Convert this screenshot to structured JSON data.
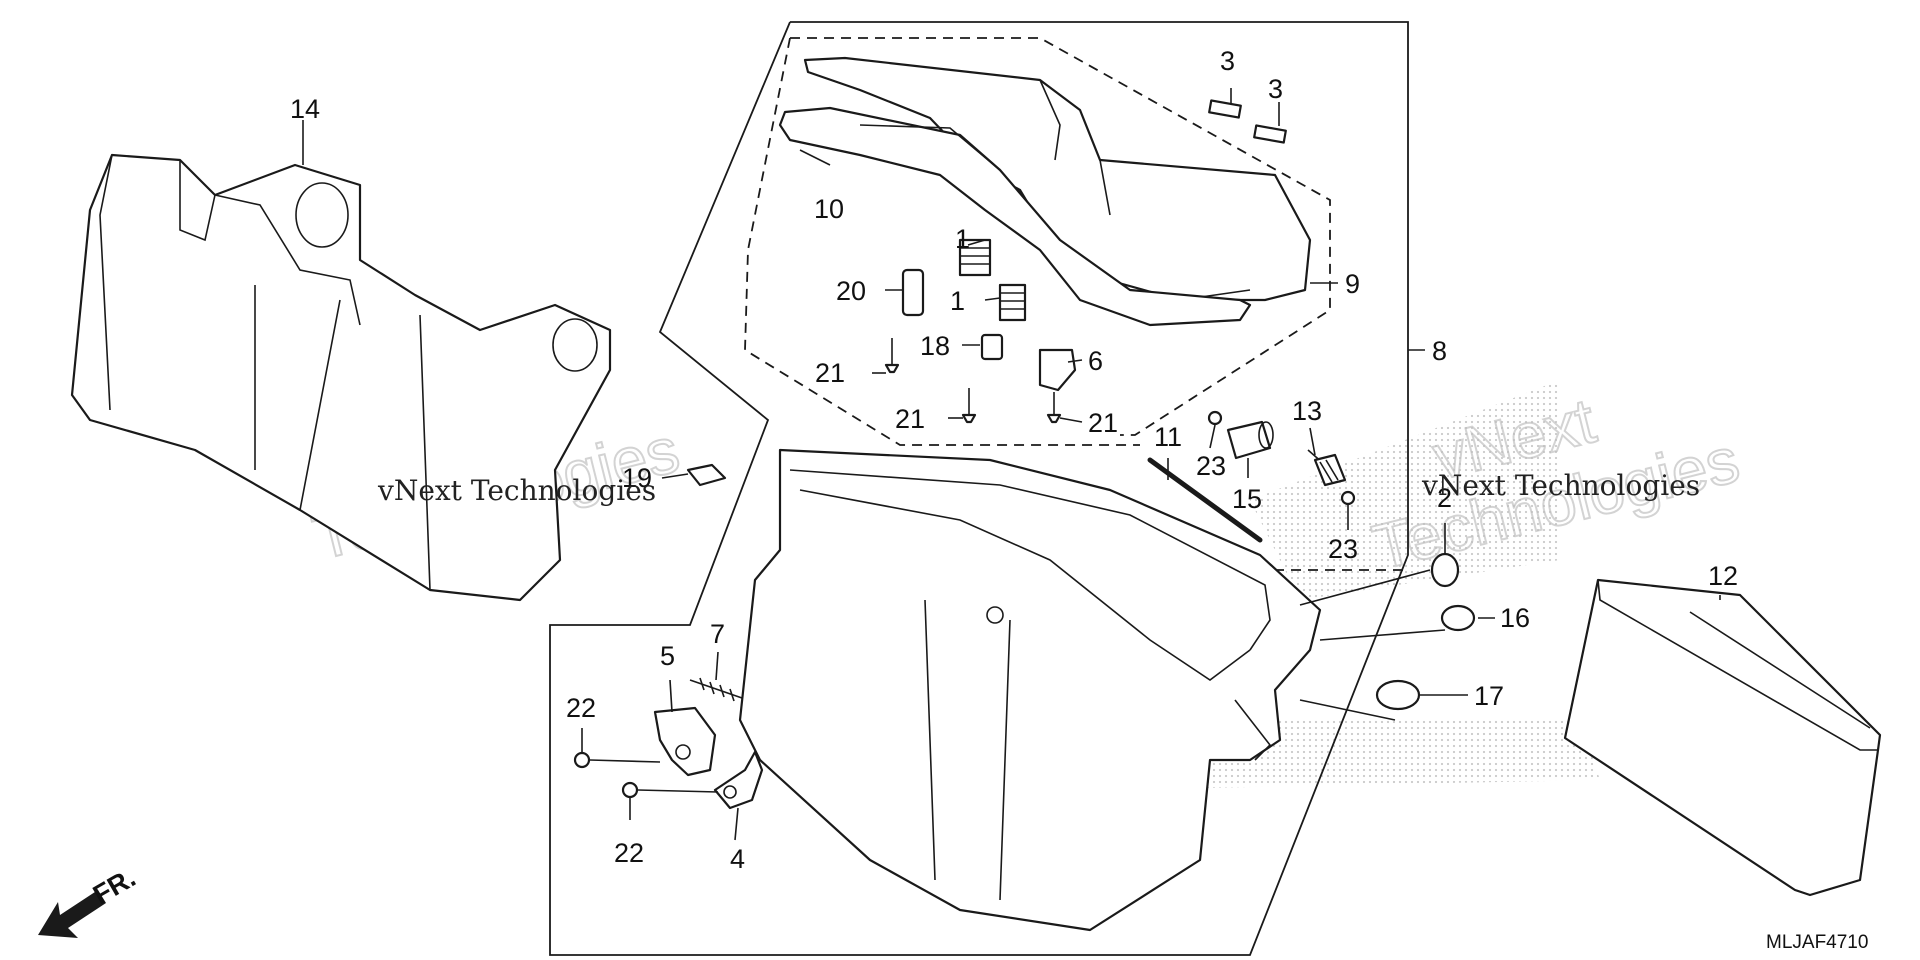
{
  "diagram": {
    "doc_code": "MLJAF4710",
    "direction_label": "FR.",
    "watermark": {
      "brand": "vNext Technologies",
      "large_line_1": "vNext",
      "large_line_2": "Technologies"
    },
    "part_labels": {
      "p1a": "1",
      "p1b": "1",
      "p2": "2",
      "p3a": "3",
      "p3b": "3",
      "p4": "4",
      "p5": "5",
      "p6": "6",
      "p7": "7",
      "p8": "8",
      "p9": "9",
      "p10": "10",
      "p11": "11",
      "p12": "12",
      "p13": "13",
      "p14": "14",
      "p15": "15",
      "p16": "16",
      "p17": "17",
      "p18": "18",
      "p19": "19",
      "p20": "20",
      "p21a": "21",
      "p21b": "21",
      "p21c": "21",
      "p22a": "22",
      "p22b": "22",
      "p23a": "23",
      "p23b": "23"
    }
  }
}
